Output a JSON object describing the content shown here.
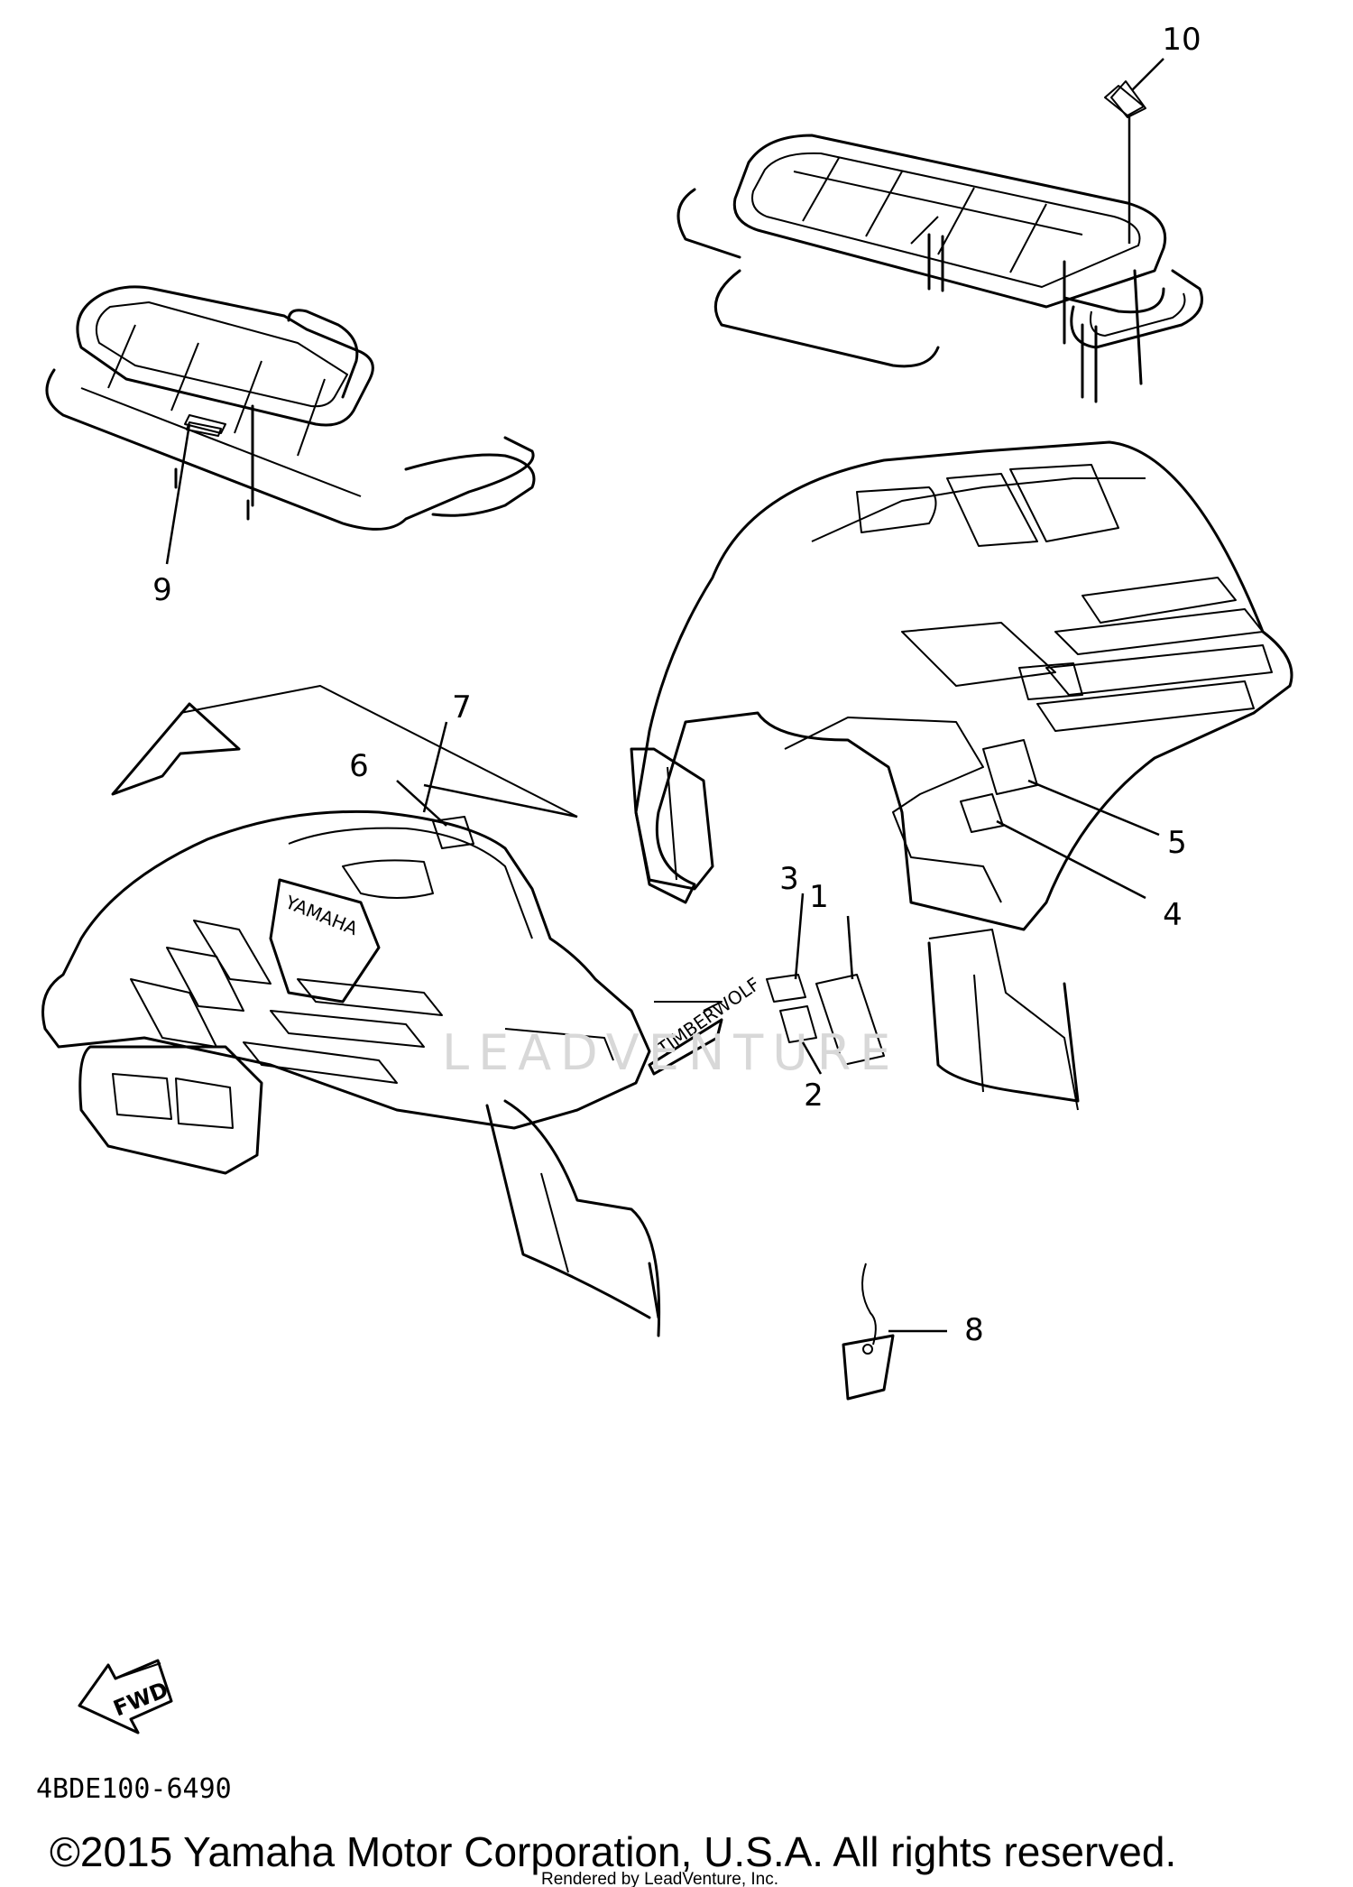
{
  "diagram_code": "4BDE100-6490",
  "copyright": "©2015 Yamaha Motor Corporation, U.S.A. All rights reserved.",
  "rendered_by": "Rendered by LeadVenture, Inc.",
  "watermark": "LEADVENTURE",
  "direction_label": "FWD",
  "decal_texts": {
    "brand": "YAMAHA",
    "model": "TIMBERWOLF"
  },
  "callouts": [
    {
      "id": "1",
      "label": "1"
    },
    {
      "id": "2",
      "label": "2"
    },
    {
      "id": "3",
      "label": "3"
    },
    {
      "id": "4",
      "label": "4"
    },
    {
      "id": "5",
      "label": "5"
    },
    {
      "id": "6",
      "label": "6"
    },
    {
      "id": "7",
      "label": "7"
    },
    {
      "id": "8",
      "label": "8"
    },
    {
      "id": "9",
      "label": "9"
    },
    {
      "id": "10",
      "label": "10"
    }
  ]
}
